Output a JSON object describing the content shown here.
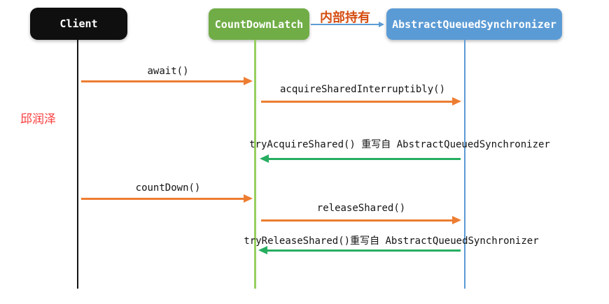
{
  "diagram": {
    "title_implied": "CountDownLatch sequence diagram",
    "actors": [
      {
        "name": "Client",
        "color": "#0f0f0f"
      },
      {
        "name": "CountDownLatch",
        "color": "#70ad47"
      },
      {
        "name": "AbstractQueuedSynchronizer",
        "color": "#5b9bd5"
      }
    ],
    "relation": {
      "label": "内部持有",
      "from": "CountDownLatch",
      "to": "AbstractQueuedSynchronizer",
      "arrow_color": "#5b9bd5",
      "label_color": "#d54e12"
    },
    "watermark": {
      "text": "邱润泽",
      "color": "#fa3c3c"
    },
    "messages": [
      {
        "label": "await()",
        "from": "Client",
        "to": "CountDownLatch",
        "direction": "right",
        "color": "#ed7d31"
      },
      {
        "label": "acquireSharedInterruptibly()",
        "from": "CountDownLatch",
        "to": "AbstractQueuedSynchronizer",
        "direction": "right",
        "color": "#ed7d31"
      },
      {
        "label": "tryAcquireShared() 重写自 AbstractQueuedSynchronizer",
        "from": "AbstractQueuedSynchronizer",
        "to": "CountDownLatch",
        "direction": "left",
        "color": "#27ae60"
      },
      {
        "label": "countDown()",
        "from": "Client",
        "to": "CountDownLatch",
        "direction": "right",
        "color": "#ed7d31"
      },
      {
        "label": "releaseShared()",
        "from": "CountDownLatch",
        "to": "AbstractQueuedSynchronizer",
        "direction": "right",
        "color": "#ed7d31"
      },
      {
        "label": "tryReleaseShared()重写自 AbstractQueuedSynchronizer",
        "from": "AbstractQueuedSynchronizer",
        "to": "CountDownLatch",
        "direction": "left",
        "color": "#27ae60"
      }
    ],
    "colors": {
      "background": "#ffffff",
      "call_arrow": "#ed7d31",
      "return_arrow": "#27ae60",
      "client_lifeline": "#141414",
      "countdownlatch_lifeline": "#97cf5f",
      "aqs_lifeline": "#5b9bd5",
      "message_text": "#141414"
    }
  }
}
